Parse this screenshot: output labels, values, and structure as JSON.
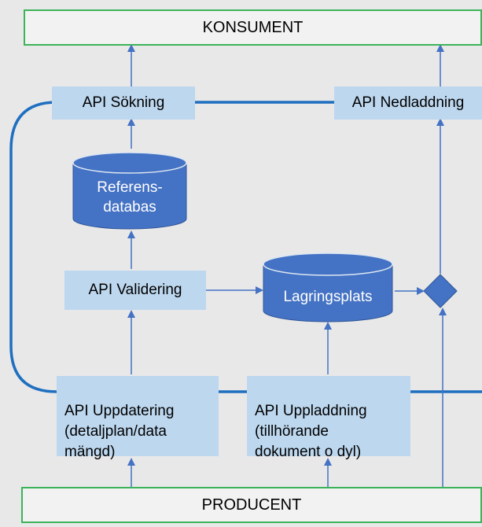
{
  "colors": {
    "background": "#e8e8e8",
    "bar_border": "#3cb35a",
    "bar_fill": "#f2f2f2",
    "api_fill": "#bdd7ee",
    "platform_border": "#1f6fc0",
    "cylinder_fill": "#4472c4",
    "arrow": "#4472c4"
  },
  "consumer": {
    "label": "KONSUMENT"
  },
  "producer": {
    "label": "PRODUCENT"
  },
  "api": {
    "search": "API Sökning",
    "download": "API Nedladdning",
    "validation": "API Validering",
    "update": "API Uppdatering\n(detaljplan/data\nmängd)",
    "upload": "API Uppladdning\n(tillhörande\ndokument o dyl)"
  },
  "databases": {
    "reference": "Referens-\ndatabas",
    "storage": "Lagringsplats"
  },
  "icons": {
    "decision": "diamond-icon"
  }
}
